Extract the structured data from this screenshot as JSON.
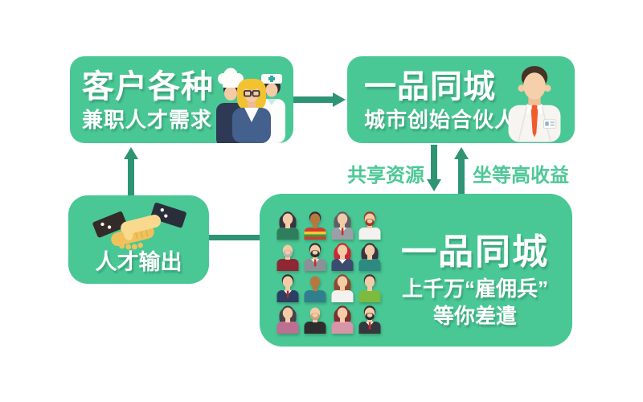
{
  "colors": {
    "box_green": "#49C795",
    "arrow_green": "#2E9474",
    "label_green": "#4DC897",
    "title_white": "#FFFFFF"
  },
  "boxes": {
    "client": {
      "title": "客户各种",
      "subtitle": "兼职人才需求",
      "icon": "workers-group-icon"
    },
    "partner": {
      "title": "一品同城",
      "subtitle": "城市创始合伙人",
      "icon": "businessman-icon"
    },
    "talent": {
      "label": "人才输出",
      "icon": "handshake-icon"
    },
    "pool": {
      "title": "一品同城",
      "line1": "上千万“雇佣兵”",
      "line2": "等你差遣",
      "icon": "avatar-grid"
    }
  },
  "edges": {
    "share_label": "共享资源",
    "income_label": "坐等高收益"
  },
  "icons": [
    {
      "name": "chef-icon"
    },
    {
      "name": "blonde-woman-icon"
    },
    {
      "name": "nurse-icon"
    },
    {
      "name": "businessman-icon"
    },
    {
      "name": "handshake-icon"
    },
    {
      "name": "avatar-grid"
    }
  ],
  "avatars": [
    {
      "style": "long",
      "hair": "#3B3340",
      "skin": "#F3CBA6",
      "shirt": "#2E7D5C",
      "beard": false,
      "tie": null
    },
    {
      "style": "short",
      "hair": "#332C31",
      "skin": "#B5793F",
      "shirt": "#D23C2E",
      "stripe": "#F3C832",
      "beard": false,
      "tie": null
    },
    {
      "style": "long",
      "hair": "#5F5F66",
      "skin": "#F3CBA6",
      "shirt": "#9AA0A6",
      "beard": false,
      "tie": "#C03028",
      "collar": true
    },
    {
      "style": "short",
      "hair": "#A03A28",
      "skin": "#F3CBA6",
      "shirt": "#F4F2EE",
      "beard": true,
      "tie": null
    },
    {
      "style": "bald",
      "hair": "#B8B3AC",
      "skin": "#F3CBA6",
      "shirt": "#8F2633",
      "beard": true,
      "tie": null
    },
    {
      "style": "short",
      "hair": "#322C30",
      "skin": "#F3CBA6",
      "shirt": "#8D9097",
      "beard": true,
      "tie": "#C03028",
      "collar": true
    },
    {
      "style": "long",
      "hair": "#CC2730",
      "skin": "#F3CBA6",
      "shirt": "#3C4C6E",
      "beard": false,
      "tie": null,
      "collar": true
    },
    {
      "style": "long",
      "hair": "#3B3340",
      "skin": "#F3CBA6",
      "shirt": "#2C8A80",
      "beard": false,
      "tie": null
    },
    {
      "style": "short",
      "hair": "#322C30",
      "skin": "#F3CBA6",
      "shirt": "#2C3F63",
      "beard": false,
      "tie": "#B02830",
      "collar": true
    },
    {
      "style": "bald",
      "hair": "#8A5A32",
      "skin": "#B5793F",
      "shirt": "#2F7F8D",
      "beard": false,
      "tie": null
    },
    {
      "style": "long",
      "hair": "#8D4A30",
      "skin": "#F3CBA6",
      "shirt": "#F4F2EE",
      "beard": false,
      "tie": null
    },
    {
      "style": "short",
      "hair": "#3B3340",
      "skin": "#F3CBA6",
      "shirt": "#7CBB3F",
      "beard": false,
      "tie": null
    },
    {
      "style": "long",
      "hair": "#4A4149",
      "skin": "#F3CBA6",
      "shirt": "#BD6F93",
      "beard": false,
      "tie": null
    },
    {
      "style": "bald",
      "hair": "#CAA27A",
      "skin": "#F3CBA6",
      "shirt": "#2D2D2F",
      "beard": true,
      "tie": null
    },
    {
      "style": "long",
      "hair": "#7C2F2C",
      "skin": "#F3CBA6",
      "shirt": "#D795A8",
      "beard": false,
      "tie": null
    },
    {
      "style": "short",
      "hair": "#322C30",
      "skin": "#F3CBA6",
      "shirt": "#36363E",
      "beard": true,
      "tie": "#C03028",
      "collar": true
    }
  ]
}
